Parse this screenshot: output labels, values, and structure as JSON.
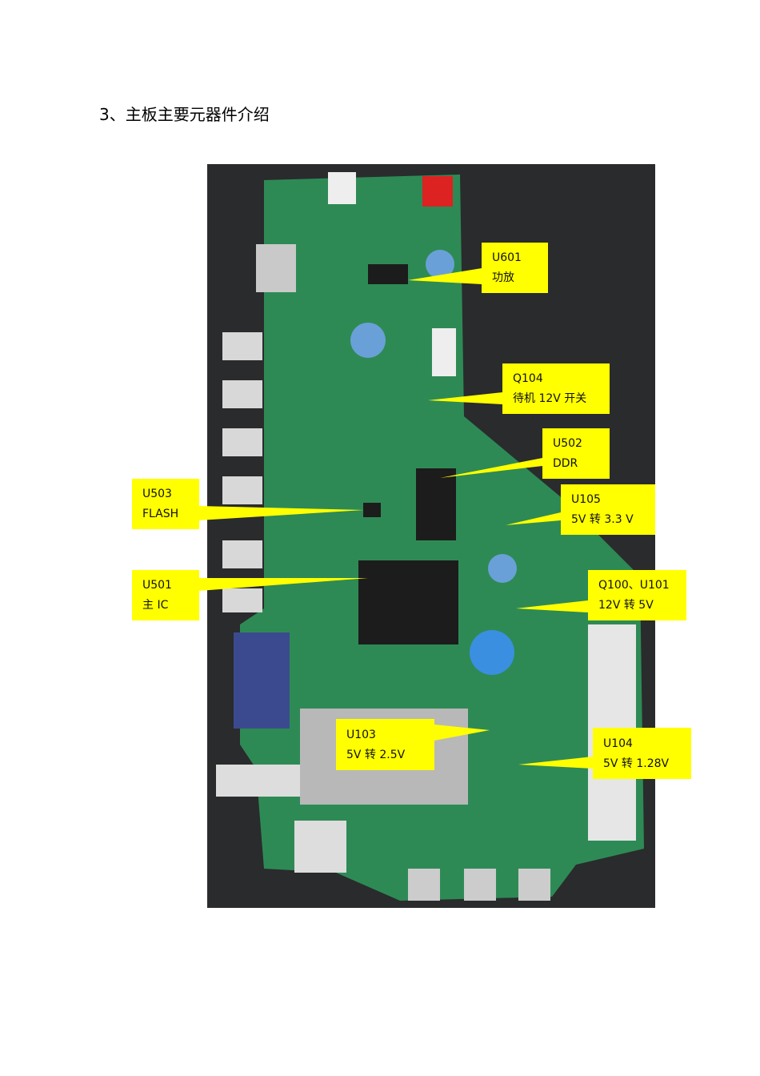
{
  "heading": "3、主板主要元器件介绍",
  "colors": {
    "callout": "#ffff00",
    "pcb": "#2e8a55",
    "background": "#2a2b2d"
  },
  "callouts": [
    {
      "id": "U601",
      "desc": "功放"
    },
    {
      "id": "Q104",
      "desc": "待机 12V 开关"
    },
    {
      "id": "U502",
      "desc": "DDR"
    },
    {
      "id": "U105",
      "desc": "5V 转 3.3 V"
    },
    {
      "id": "U503",
      "desc": "FLASH"
    },
    {
      "id": "U501",
      "desc": "主 IC"
    },
    {
      "id": "Q100、U101",
      "desc": "12V 转 5V"
    },
    {
      "id": "U103",
      "desc": "5V 转 2.5V"
    },
    {
      "id": "U104",
      "desc": "5V 转 1.28V"
    }
  ]
}
